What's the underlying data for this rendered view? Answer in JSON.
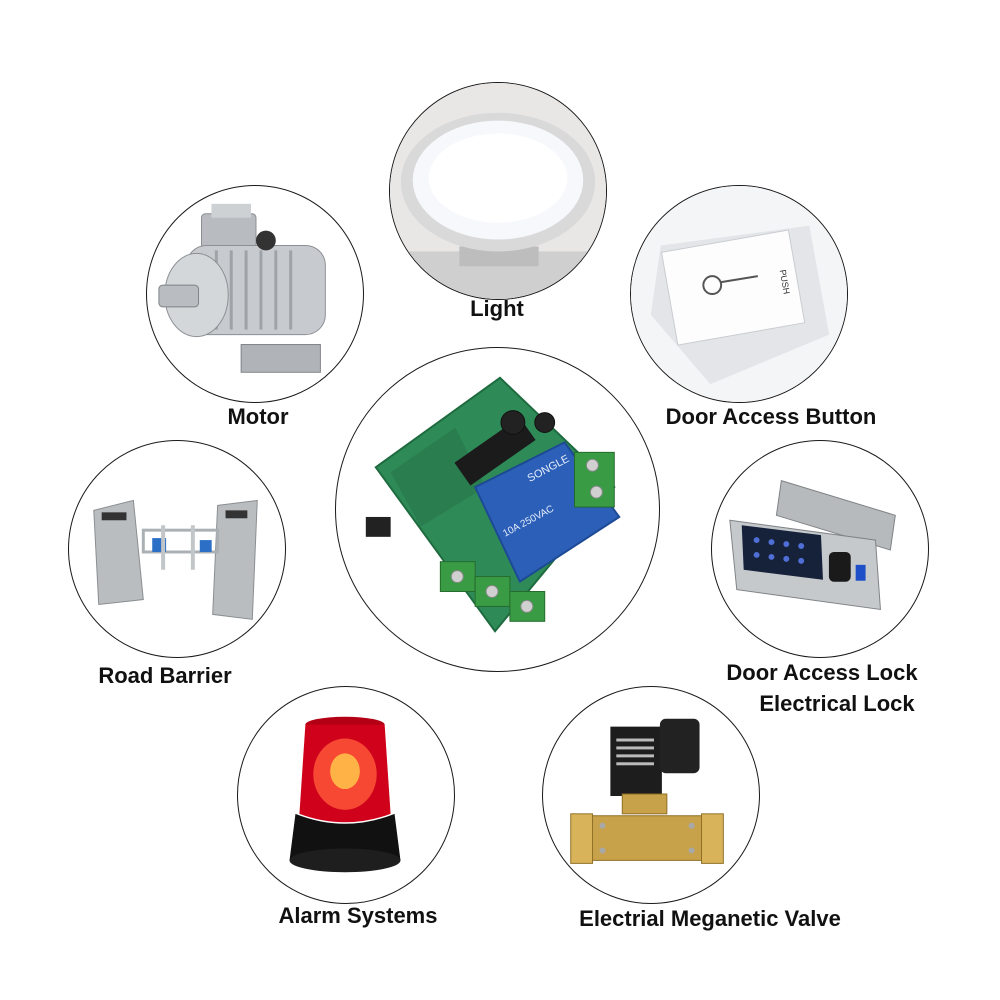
{
  "items": {
    "light": {
      "label": "Light"
    },
    "motor": {
      "label": "Motor"
    },
    "door_button": {
      "label": "Door Access Button",
      "button_text": "PUSH"
    },
    "road_barrier": {
      "label": "Road Barrier"
    },
    "door_lock": {
      "label_line1": "Door Access Lock",
      "label_line2": "Electrical Lock"
    },
    "alarm": {
      "label": "Alarm Systems"
    },
    "valve": {
      "label": "Electrial Meganetic Valve"
    },
    "relay_module": {
      "relay_brand": "SONGLE",
      "relay_text": "10A 250VAC"
    }
  },
  "colors": {
    "outline": "#1a1a1a",
    "text": "#111111",
    "pcb_green": "#2e8b57",
    "relay_blue": "#2c5fb8",
    "alarm_red": "#d0021b",
    "valve_brass": "#c8a24a"
  }
}
